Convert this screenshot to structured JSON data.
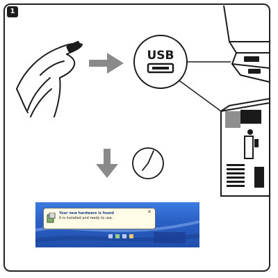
{
  "step": {
    "number": "1"
  },
  "usb": {
    "label": "USB"
  },
  "notification": {
    "title": "Your new hardware is found",
    "message": "It is installed and ready to use."
  },
  "colors": {
    "outline": "#222222",
    "arrow": "#8a8a8a",
    "taskbar": "#2a5fc4",
    "balloon": "#fffbe6"
  },
  "icons": [
    "hand-icon",
    "arrow-right-icon",
    "usb-port-icon",
    "laptop-icon",
    "desktop-tower-icon",
    "arrow-down-icon",
    "clock-icon",
    "hardware-icon",
    "close-icon"
  ]
}
